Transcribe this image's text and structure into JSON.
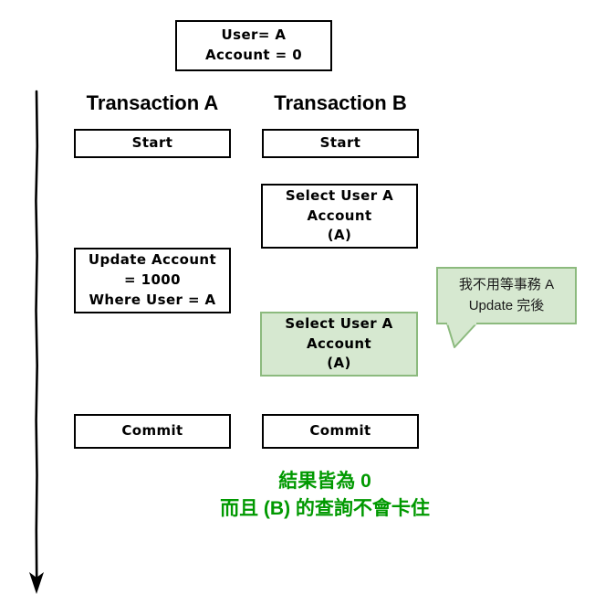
{
  "diagram": {
    "title_box": {
      "lines": [
        "User= A",
        "Account = 0"
      ]
    },
    "columns": [
      {
        "header": "Transaction A"
      },
      {
        "header": "Transaction B"
      }
    ],
    "timeline": {
      "icon": "down-arrow-icon",
      "label": "time-axis"
    },
    "transaction_a_steps": [
      {
        "id": "a-start",
        "lines": [
          "Start"
        ],
        "highlight": false
      },
      {
        "id": "a-update",
        "lines": [
          "Update Account",
          "= 1000",
          "Where User = A"
        ],
        "highlight": false
      },
      {
        "id": "a-commit",
        "lines": [
          "Commit"
        ],
        "highlight": false
      }
    ],
    "transaction_b_steps": [
      {
        "id": "b-start",
        "lines": [
          "Start"
        ],
        "highlight": false
      },
      {
        "id": "b-select-1",
        "lines": [
          "Select User A",
          "Account",
          "(A)"
        ],
        "highlight": false
      },
      {
        "id": "b-select-2",
        "lines": [
          "Select User A",
          "Account",
          "(A)"
        ],
        "highlight": true
      },
      {
        "id": "b-commit",
        "lines": [
          "Commit"
        ],
        "highlight": false
      }
    ],
    "callout": {
      "lines": [
        "我不用等事務 A",
        "Update 完後"
      ]
    },
    "conclusion": {
      "lines": [
        "結果皆為 0",
        "而且 (B) 的查詢不會卡住"
      ]
    },
    "colors": {
      "highlight_fill": "#d6e8d0",
      "highlight_border": "#8cba7e",
      "conclusion_text": "#009900",
      "box_border": "#000000",
      "box_fill": "#ffffff"
    }
  }
}
